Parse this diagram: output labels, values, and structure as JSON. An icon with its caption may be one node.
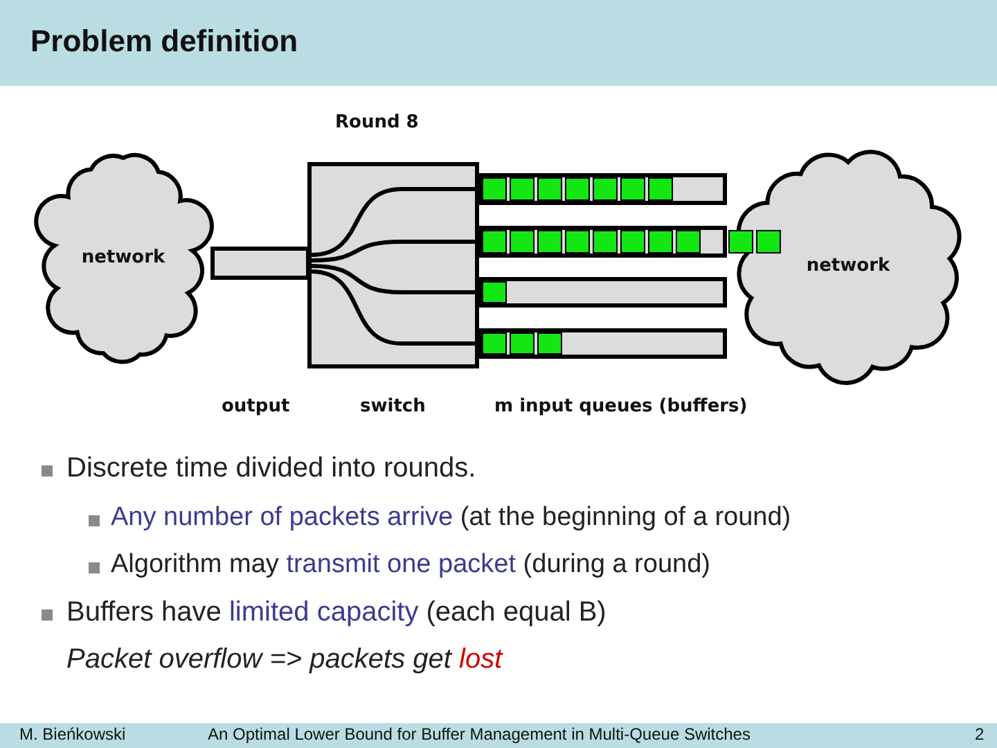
{
  "diagram": {
    "title": "Problem definition",
    "nodes": [
      {
        "text": [
          "network"
        ]
      },
      {
        "text": [],
        "shape": "bar"
      },
      {
        "text": [],
        "shape": "box",
        "beside": [
          "switch"
        ]
      },
      {
        "text": [],
        "shape": "bar"
      },
      {
        "text": [],
        "shape": "bar"
      },
      {
        "text": [],
        "shape": "bar"
      },
      {
        "text": [],
        "shape": "bar"
      },
      {
        "text": [
          "network"
        ]
      }
    ],
    "labels": [
      "Round 8",
      "output",
      "m input queues (buffers)",
      "Discrete time divided into rounds.",
      "**Any number of packets arrive** (at the beginning of a round)",
      "Algorithm may **transmit one packet** (during a round)",
      "Buffers have **limited capacity** (each equal B)",
      "Packet overflow => packets get **lost**",
      "M. Bieńkowski",
      "An Optimal Lower Bound for Buffer Management in Multi-Queue Switches",
      "2"
    ]
  }
}
